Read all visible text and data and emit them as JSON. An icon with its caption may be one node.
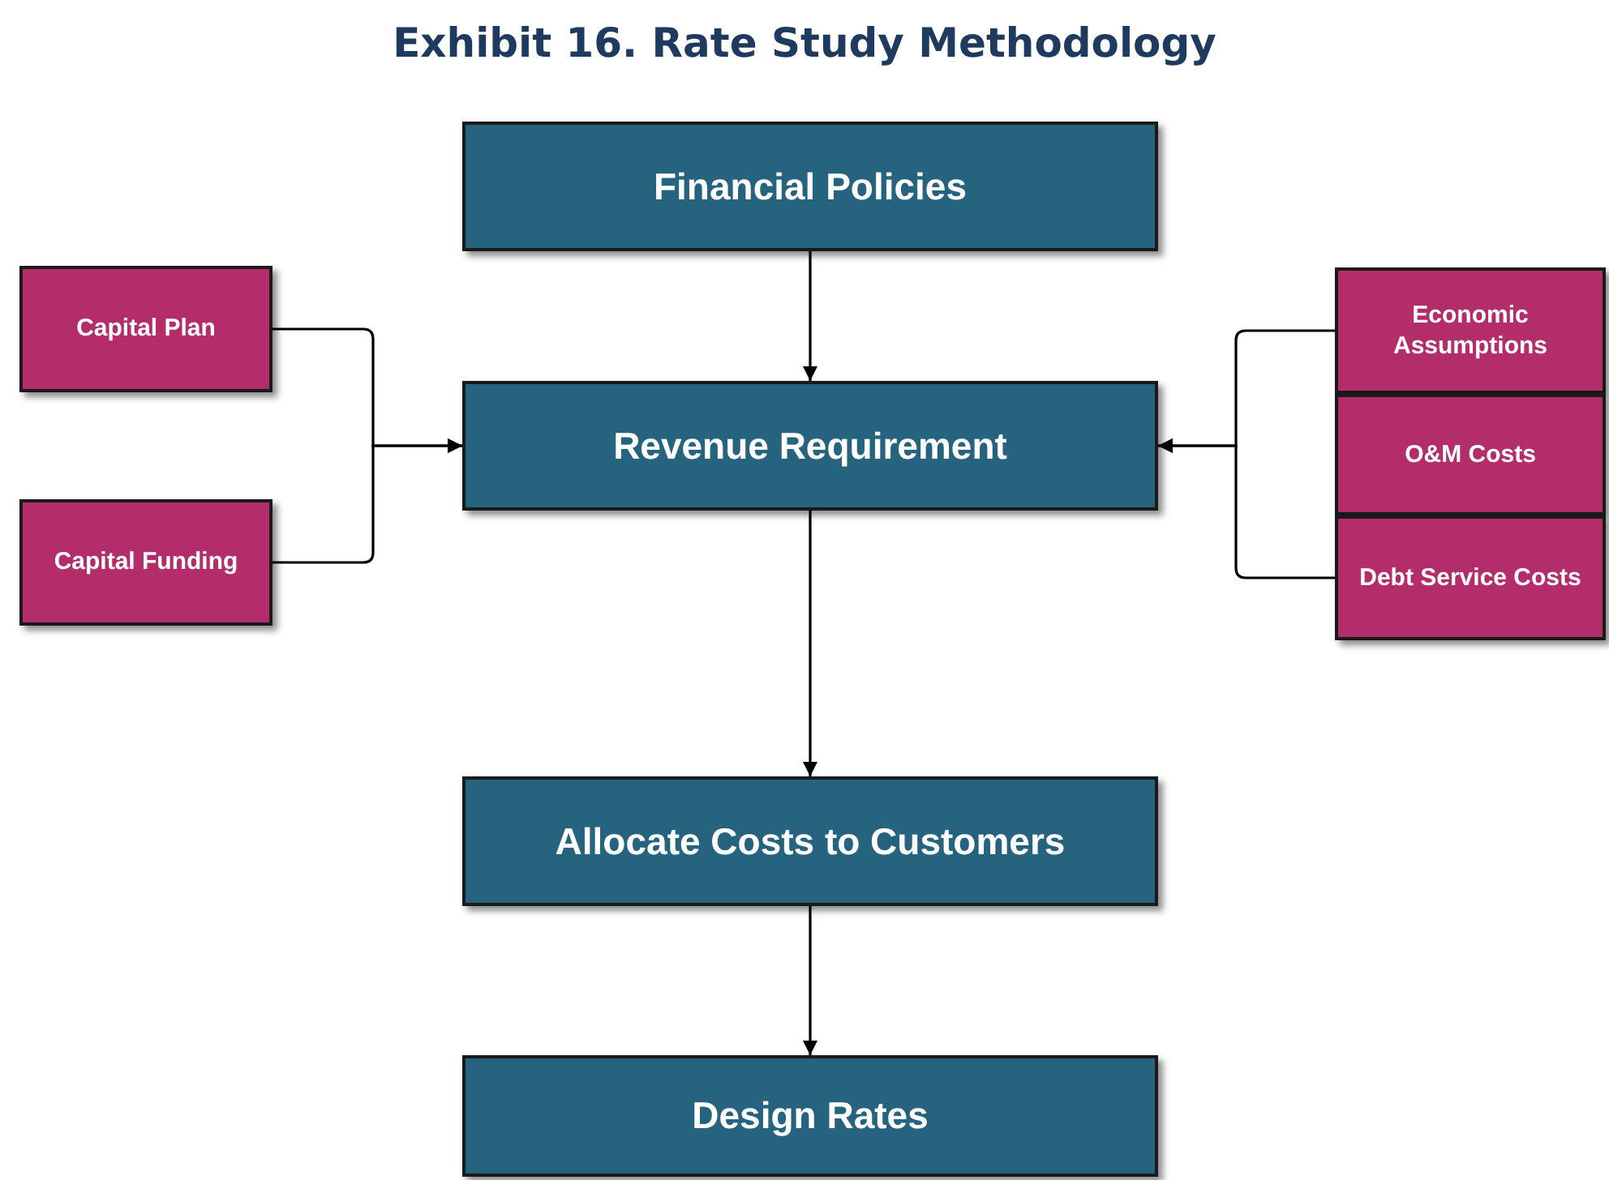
{
  "diagram": {
    "title": "Exhibit 16.  Rate Study Methodology",
    "nodes": [
      {
        "text": [
          "Financial Policies"
        ]
      },
      {
        "text": [
          "Capital Plan"
        ]
      },
      {
        "text": [
          "Economic Assumptions"
        ]
      },
      {
        "text": [
          "Revenue Requirement"
        ]
      },
      {
        "text": [
          "O&M Costs"
        ]
      },
      {
        "text": [
          "Capital Funding"
        ]
      },
      {
        "text": [
          "Debt Service Costs"
        ]
      },
      {
        "text": [
          "Allocate Costs to Customers"
        ]
      },
      {
        "text": [
          "Design Rates"
        ]
      }
    ],
    "edges": [
      {
        "from": 0,
        "to": 3,
        "arrow": "to"
      },
      {
        "from": 1,
        "to": 3,
        "arrow": "to"
      },
      {
        "from": 5,
        "to": 3,
        "arrow": "to"
      },
      {
        "from": 2,
        "to": 3,
        "arrow": "to"
      },
      {
        "from": 6,
        "to": 3,
        "arrow": "to"
      },
      {
        "from": 3,
        "to": 7,
        "arrow": "to"
      },
      {
        "from": 7,
        "to": 8,
        "arrow": "to"
      }
    ]
  }
}
